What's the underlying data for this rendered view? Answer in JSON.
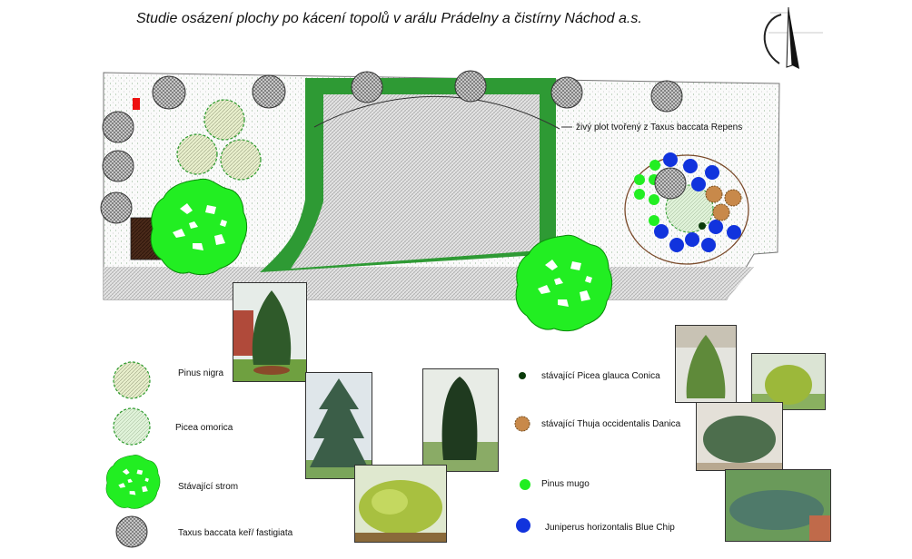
{
  "title": "Studie osázení plochy po kácení topolů v arálu Prádelny a čistírny Náchod a.s.",
  "hedge_label": "živý plot tvořený z Taxus baccata Repens",
  "legend": {
    "pinus_nigra": "Pinus nigra",
    "picea_omorica": "Picea omorica",
    "existing_tree": "Stávající strom",
    "taxus": "Taxus baccata keř/ fastigiata",
    "picea_glauca": "stávající Picea glauca Conica",
    "thuja": "stávající Thuja occidentalis Danica",
    "pinus_mugo": "Pinus mugo",
    "juniperus": "Juniperus horizontalis Blue Chip"
  },
  "colors": {
    "hedge": "#2e9a34",
    "bright_green": "#22ee22",
    "blue": "#1133dd",
    "thuja": "#c8894a",
    "dark_green": "#0a3a0a",
    "taxus_grey": "#9a9a9a"
  }
}
